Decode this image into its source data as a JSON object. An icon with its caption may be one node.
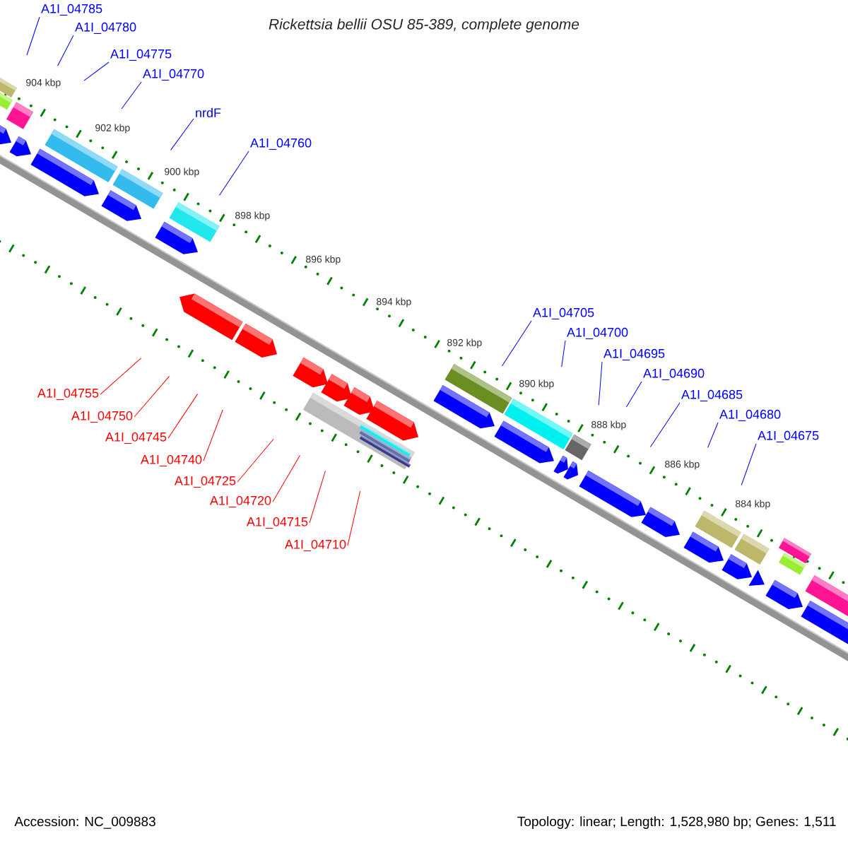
{
  "diagram": {
    "title": "Rickettsia bellii OSU 85-389, complete genome",
    "nodes": [
      {
        "text": [
          "A1I_04785"
        ]
      },
      {
        "text": [
          "A1I_04780"
        ]
      },
      {
        "text": [
          "A1I_04775"
        ]
      },
      {
        "text": [
          "A1I_04770"
        ]
      },
      {
        "text": [
          "nrdF"
        ]
      },
      {
        "text": [
          "A1I_04760"
        ]
      },
      {
        "text": [
          "A1I_04755"
        ]
      },
      {
        "text": [
          "A1I_04750"
        ]
      },
      {
        "text": [
          "A1I_04745"
        ]
      },
      {
        "text": [
          "A1I_04740"
        ]
      },
      {
        "text": [
          "A1I_04725"
        ]
      },
      {
        "text": [
          "A1I_04720"
        ]
      },
      {
        "text": [
          "A1I_04715"
        ]
      },
      {
        "text": [
          "A1I_04710"
        ]
      },
      {
        "text": [
          "A1I_04705"
        ]
      },
      {
        "text": [
          "A1I_04700"
        ]
      },
      {
        "text": [
          "A1I_04695"
        ]
      },
      {
        "text": [
          "A1I_04690"
        ]
      },
      {
        "text": [
          "A1I_04685"
        ]
      },
      {
        "text": [
          "A1I_04680"
        ]
      },
      {
        "text": [
          "A1I_04675"
        ]
      }
    ],
    "edges": [
      {
        "from": 0,
        "to": null,
        "arrow": "none"
      },
      {
        "from": 1,
        "to": null,
        "arrow": "none"
      },
      {
        "from": 2,
        "to": null,
        "arrow": "none"
      },
      {
        "from": 3,
        "to": null,
        "arrow": "none"
      },
      {
        "from": 4,
        "to": null,
        "arrow": "none"
      },
      {
        "from": 5,
        "to": null,
        "arrow": "none"
      },
      {
        "from": 6,
        "to": null,
        "arrow": "none",
        "color": "#ff0000"
      },
      {
        "from": 7,
        "to": null,
        "arrow": "none",
        "color": "#ff0000"
      },
      {
        "from": 8,
        "to": null,
        "arrow": "none",
        "color": "#ff0000"
      },
      {
        "from": 9,
        "to": null,
        "arrow": "none",
        "color": "#ff0000"
      },
      {
        "from": 10,
        "to": null,
        "arrow": "none",
        "color": "#ff0000"
      },
      {
        "from": 11,
        "to": null,
        "arrow": "none",
        "color": "#ff0000"
      },
      {
        "from": 12,
        "to": null,
        "arrow": "none",
        "color": "#ff0000"
      },
      {
        "from": 13,
        "to": null,
        "arrow": "none",
        "color": "#ff0000"
      },
      {
        "from": 14,
        "to": null,
        "arrow": "none"
      },
      {
        "from": 15,
        "to": null,
        "arrow": "none"
      },
      {
        "from": 16,
        "to": null,
        "arrow": "none"
      },
      {
        "from": 17,
        "to": null,
        "arrow": "none"
      },
      {
        "from": 18,
        "to": null,
        "arrow": "none"
      },
      {
        "from": 19,
        "to": null,
        "arrow": "none"
      },
      {
        "from": 20,
        "to": null,
        "arrow": "none"
      }
    ],
    "labels": [
      "904 kbp",
      "902 kbp",
      "900 kbp",
      "898 kbp",
      "896 kbp",
      "894 kbp",
      "892 kbp",
      "890 kbp",
      "888 kbp",
      "886 kbp",
      "884 kbp",
      "Accession: NC_009883",
      "Topology: linear; Length: 1,528,980 bp; Genes: 1,511"
    ]
  }
}
